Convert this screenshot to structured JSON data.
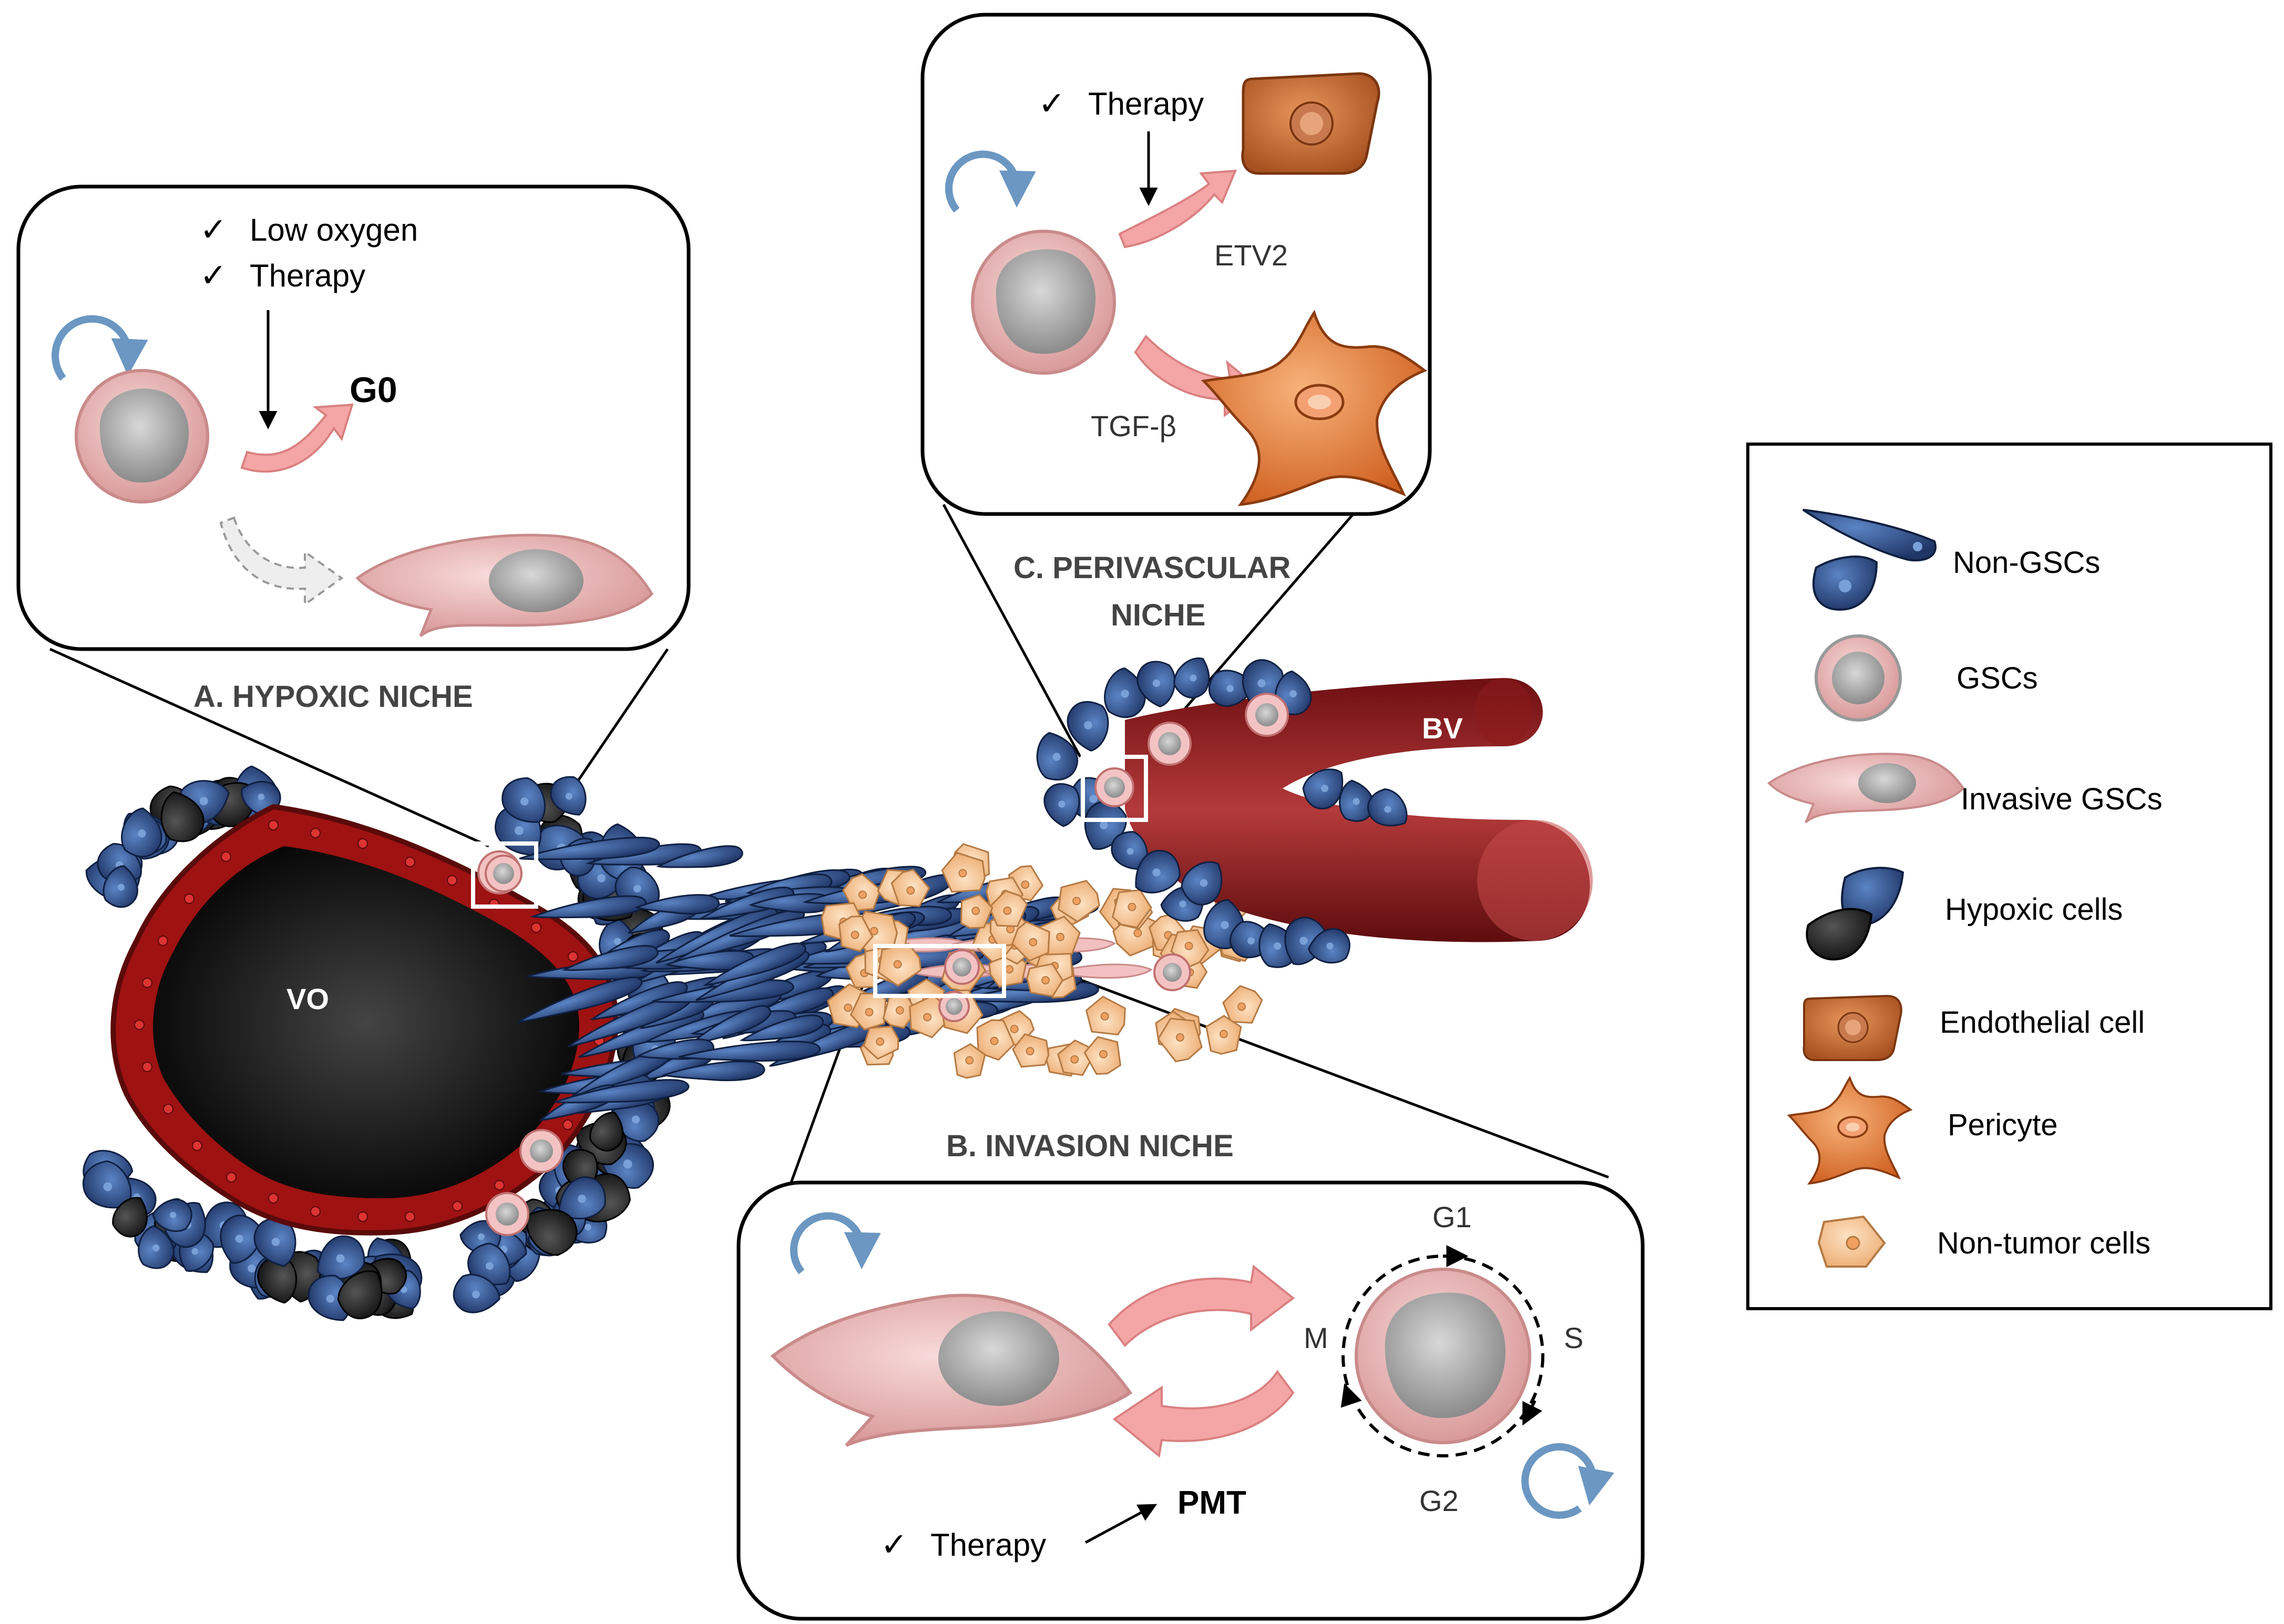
{
  "panels": {
    "hypoxic": {
      "title": "A. HYPOXIC NICHE",
      "check1": "Low oxygen",
      "check2": "Therapy",
      "state": "G0"
    },
    "perivascular": {
      "title_line1": "C. PERIVASCULAR",
      "title_line2": "NICHE",
      "check": "Therapy",
      "path1": "ETV2",
      "path2": "TGF-β"
    },
    "invasion": {
      "title": "B. INVASION NICHE",
      "check": "Therapy",
      "transition": "PMT",
      "phase_g1": "G1",
      "phase_s": "S",
      "phase_g2": "G2",
      "phase_m": "M"
    }
  },
  "labels": {
    "vo": "VO",
    "bv": "BV",
    "checkmark": "✓"
  },
  "legend": {
    "items": [
      {
        "label": "Non-GSCs",
        "icon": "non-gsc-icon"
      },
      {
        "label": "GSCs",
        "icon": "gsc-icon"
      },
      {
        "label": "Invasive GSCs",
        "icon": "invasive-gsc-icon"
      },
      {
        "label": "Hypoxic cells",
        "icon": "hypoxic-cell-icon"
      },
      {
        "label": "Endothelial cell",
        "icon": "endothelial-cell-icon"
      },
      {
        "label": "Pericyte",
        "icon": "pericyte-icon"
      },
      {
        "label": "Non-tumor cells",
        "icon": "non-tumor-cell-icon"
      }
    ]
  },
  "colors": {
    "non_gsc": "#2f4f8f",
    "gsc": "#e8b8b8",
    "endothelial": "#c0622b",
    "pericyte": "#e0763a",
    "non_tumor": "#f6c89a",
    "vessel": "#8c1a1a",
    "arrow_pink": "#f2a0a0",
    "arrow_blue": "#6b97c2"
  }
}
